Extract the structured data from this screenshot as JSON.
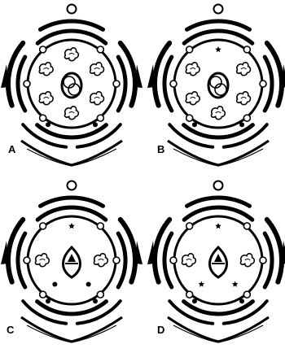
{
  "panels": [
    {
      "label": "A",
      "center_mark": "none",
      "stamens": 6,
      "staminodes": "none",
      "pistil": "round"
    },
    {
      "label": "B",
      "center_mark": "star",
      "stamens": 5,
      "staminodes": "none",
      "pistil": "round"
    },
    {
      "label": "C",
      "center_mark": "star",
      "stamens": 2,
      "staminodes": "dots",
      "pistil": "pointed"
    },
    {
      "label": "D",
      "center_mark": "star",
      "stamens": 2,
      "staminodes": "stars",
      "pistil": "pointed"
    }
  ],
  "colors": {
    "ink": "#000000",
    "paper": "#ffffff"
  }
}
